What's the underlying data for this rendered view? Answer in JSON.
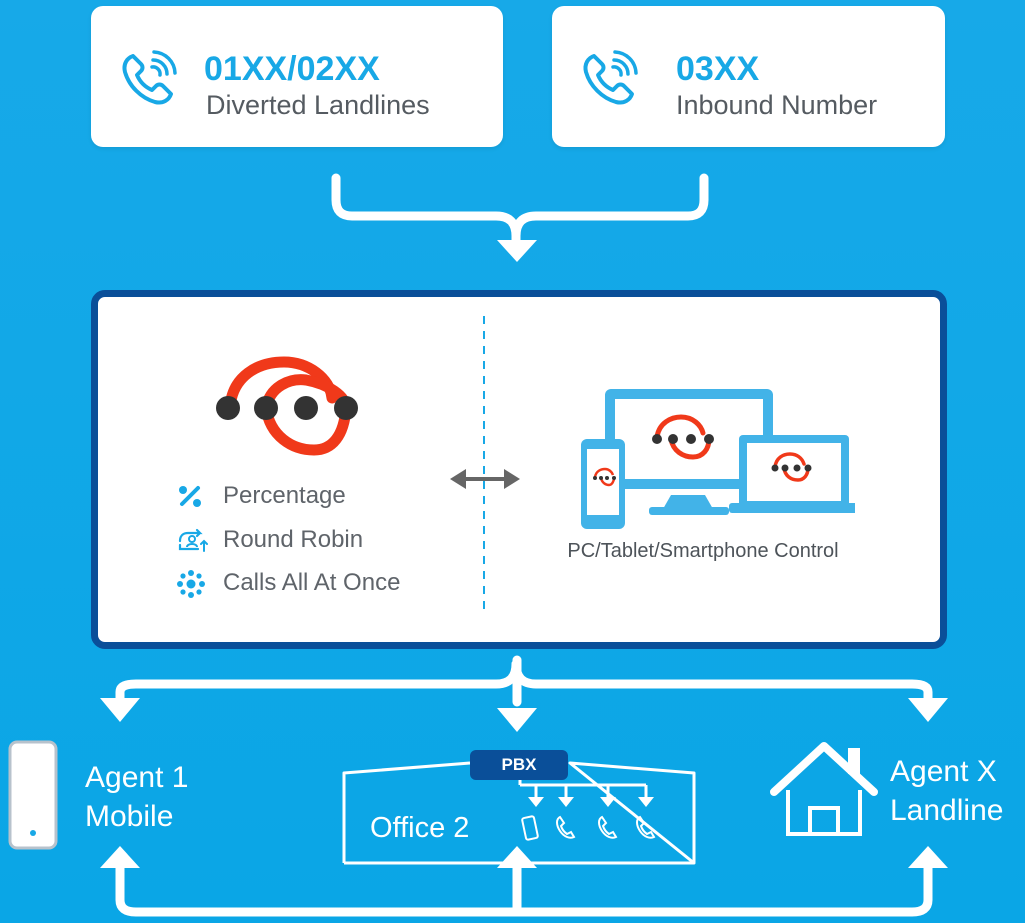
{
  "sources": [
    {
      "number": "01XX/02XX",
      "label": "Diverted Landlines",
      "icon": "phone-ringing-icon"
    },
    {
      "number": "03XX",
      "label": "Inbound Number",
      "icon": "phone-ringing-icon"
    }
  ],
  "system": {
    "features": [
      {
        "label": "Percentage",
        "icon": "percentage-icon"
      },
      {
        "label": "Round Robin",
        "icon": "round-robin-icon"
      },
      {
        "label": "Calls All At Once",
        "icon": "calls-all-icon"
      }
    ],
    "control_label": "PC/Tablet/Smartphone Control"
  },
  "destinations": {
    "agent1": {
      "line1": "Agent 1",
      "line2": "Mobile"
    },
    "office": {
      "badge": "PBX",
      "label": "Office 2"
    },
    "agentx": {
      "line1": "Agent X",
      "line2": "Landline"
    }
  },
  "colors": {
    "background": "#0ba7e6",
    "accent_blue": "#18a8e6",
    "panel_border": "#0a4f99",
    "logo_red": "#f0391a",
    "logo_dark": "#333333",
    "pbx_badge": "#0a4f99"
  }
}
